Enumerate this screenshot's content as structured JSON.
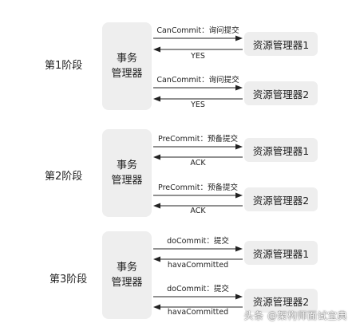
{
  "phases": [
    {
      "label": "第1阶段",
      "coordinator": [
        "事务",
        "管理器"
      ],
      "exchanges": [
        {
          "request": "CanCommit：询问提交",
          "response": "YES",
          "resource": "资源管理器1"
        },
        {
          "request": "CanCommit：询问提交",
          "response": "YES",
          "resource": "资源管理器2"
        }
      ]
    },
    {
      "label": "第2阶段",
      "coordinator": [
        "事务",
        "管理器"
      ],
      "exchanges": [
        {
          "request": "PreCommit：预备提交",
          "response": "ACK",
          "resource": "资源管理器1"
        },
        {
          "request": "PreCommit：预备提交",
          "response": "ACK",
          "resource": "资源管理器2"
        }
      ]
    },
    {
      "label": "第3阶段",
      "coordinator": [
        "事务",
        "管理器"
      ],
      "exchanges": [
        {
          "request": "doCommit：提交",
          "response": "havaCommitted",
          "resource": "资源管理器1"
        },
        {
          "request": "doCommit：提交",
          "response": "havaCommitted",
          "resource": "资源管理器2"
        }
      ]
    }
  ],
  "watermark": "头条 @架构师面试宝典",
  "colors": {
    "box_fill": "#eeeeee",
    "arrow": "#222222",
    "text": "#222222"
  }
}
